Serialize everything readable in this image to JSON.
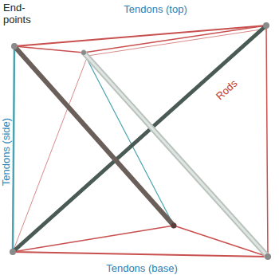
{
  "diagram": {
    "labels": [
      "End- points",
      "Tendons (top)",
      "Rods",
      "Tendons (side)",
      "Tendons (base)"
    ]
  }
}
